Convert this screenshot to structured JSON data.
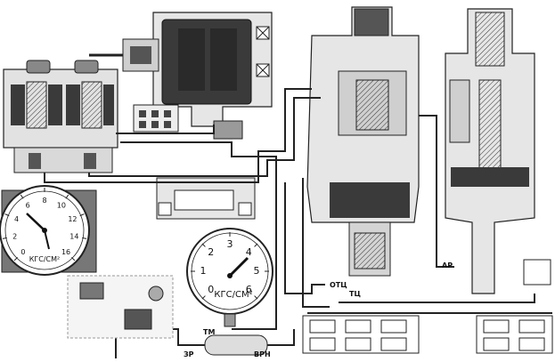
{
  "gauge_left": {
    "unit": "КГС/СМ²",
    "scale": [
      "0",
      "2",
      "4",
      "6",
      "8",
      "10",
      "12",
      "14",
      "16"
    ]
  },
  "gauge_center": {
    "unit": "КГС/СМ²",
    "scale": [
      "0",
      "1",
      "2",
      "3",
      "4",
      "5",
      "6"
    ]
  },
  "labels": {
    "otc": "ОТЦ",
    "tc": "ТЦ",
    "tm": "ТМ",
    "zr": "ЗР",
    "vrn": "ВРН",
    "ar": "АР"
  }
}
